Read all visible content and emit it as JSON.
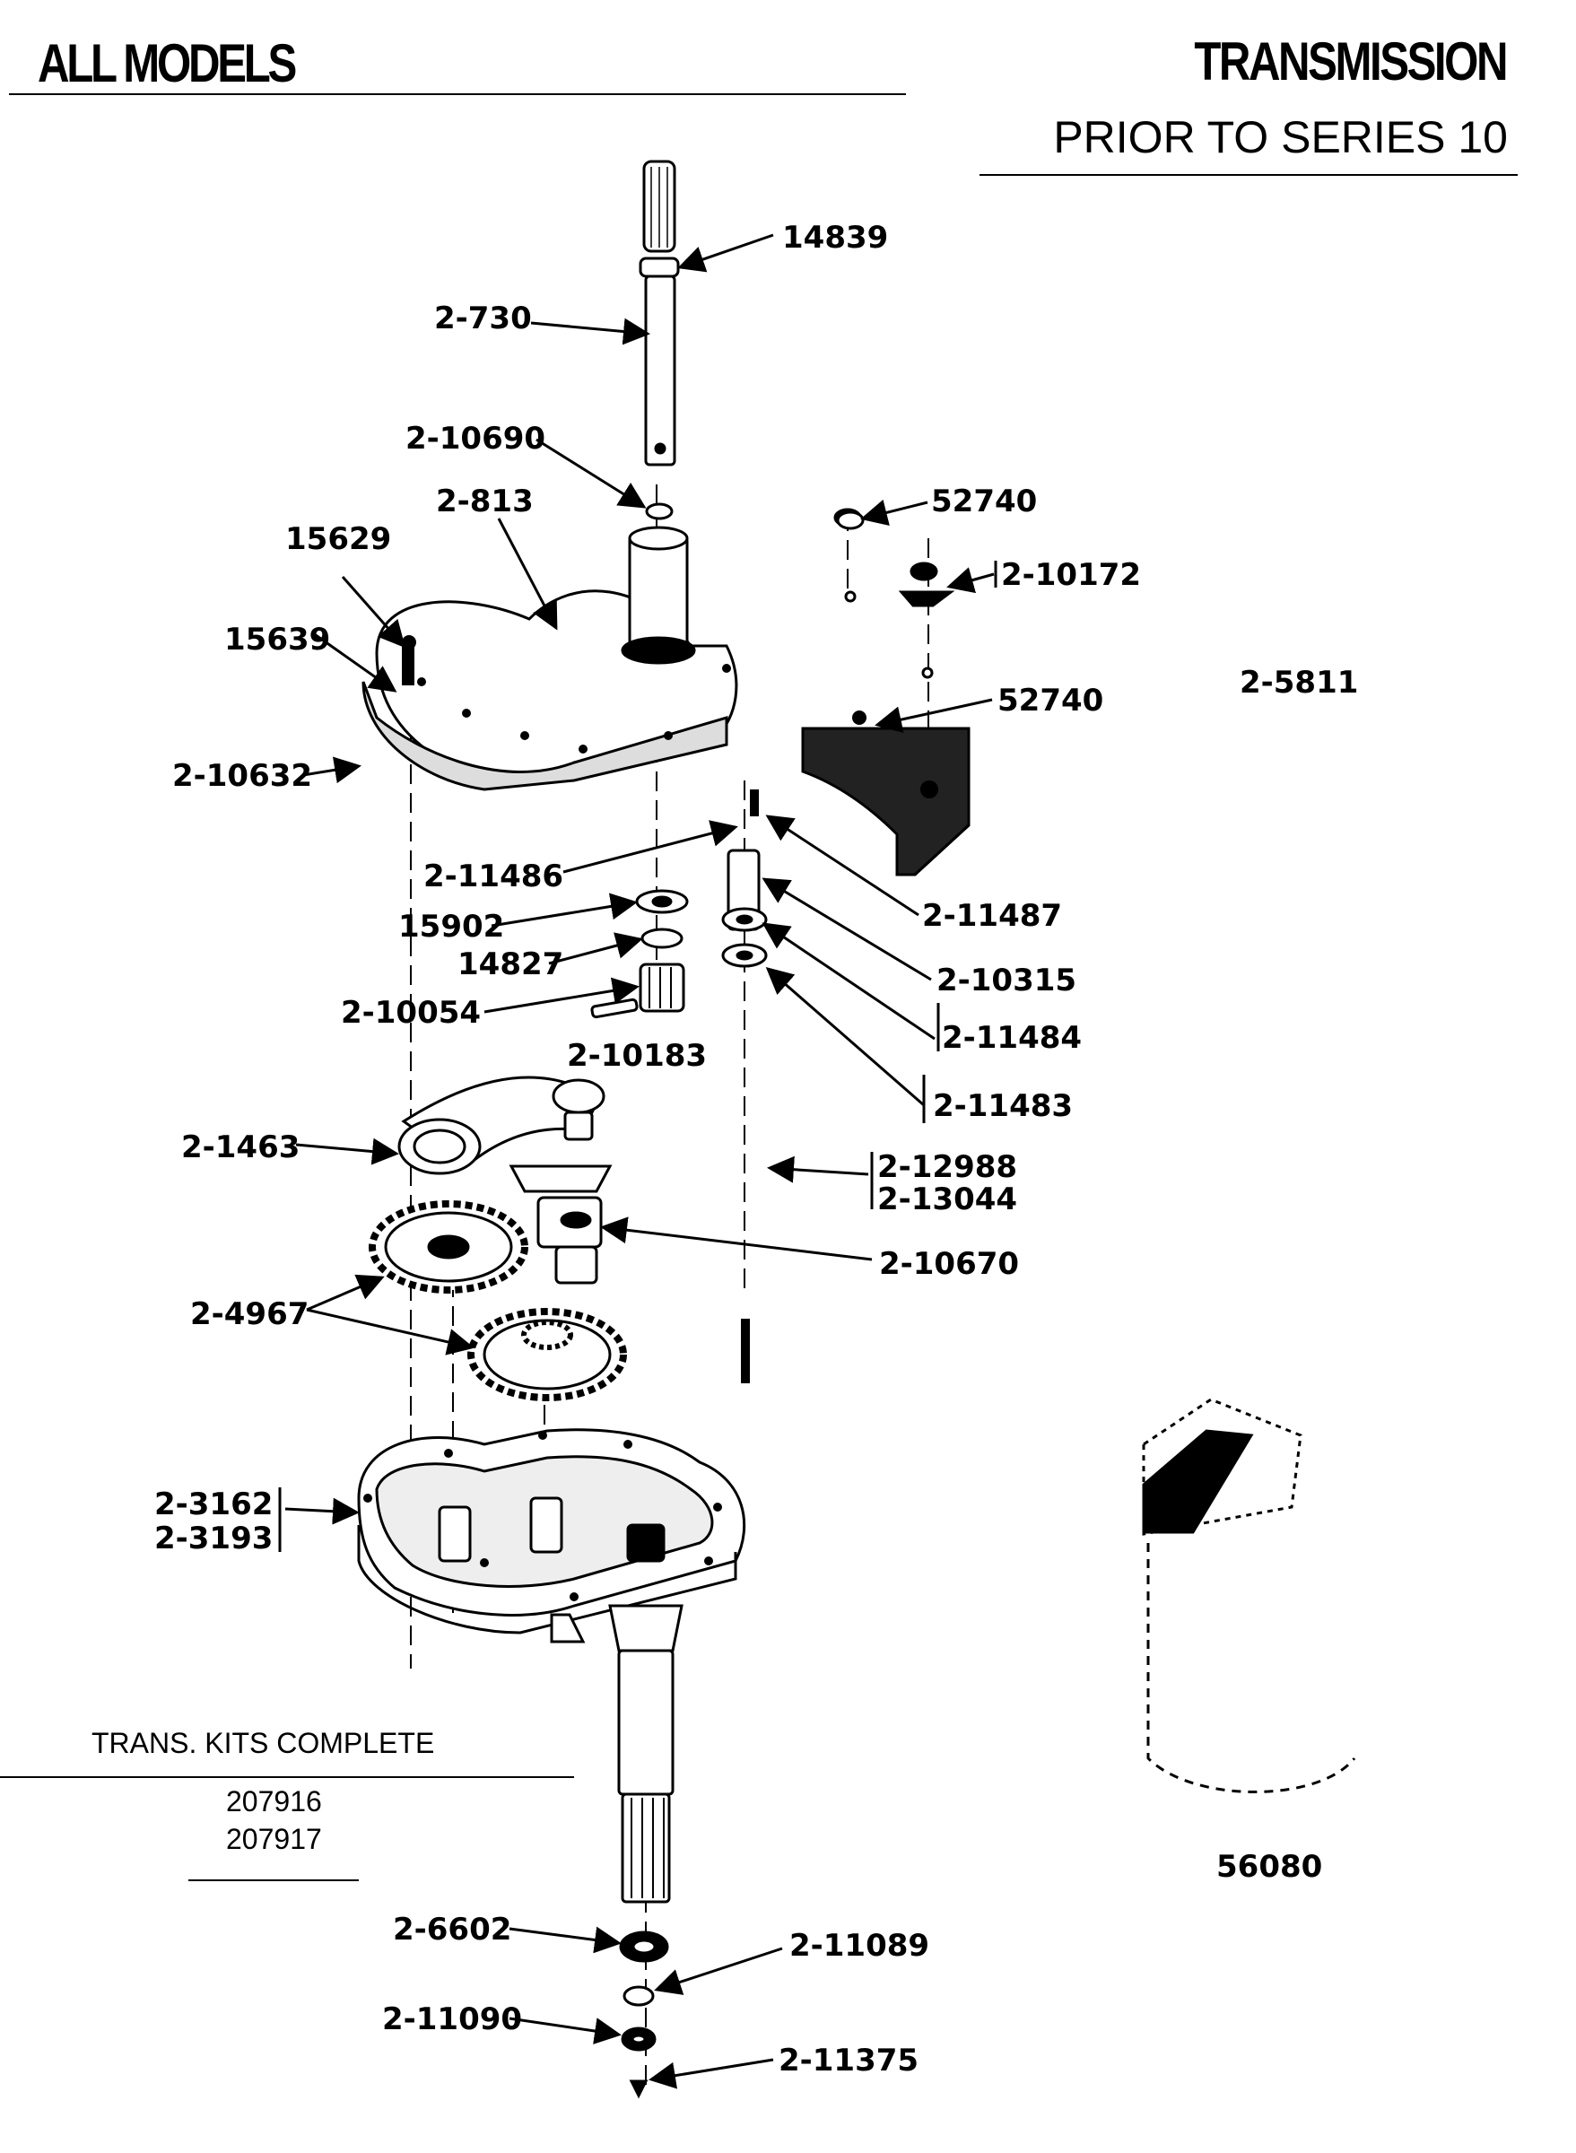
{
  "header": {
    "left_title": "ALL MODELS",
    "right_title": "TRANSMISSION",
    "subtitle": "PRIOR TO SERIES 10"
  },
  "kits": {
    "heading": "TRANS. KITS COMPLETE",
    "numbers": [
      "207916",
      "207917"
    ]
  },
  "parts": [
    "14839",
    "2-730",
    "2-10690",
    "2-813",
    "15629",
    "15639",
    "52740",
    "2-10172",
    "2-5811",
    "52740",
    "2-10632",
    "2-11486",
    "15902",
    "14827",
    "2-10054",
    "2-10183",
    "2-11487",
    "2-10315",
    "2-11484",
    "2-11483",
    "2-1463",
    "2-12988",
    "2-13044",
    "2-10670",
    "2-4967",
    "2-3162",
    "2-3193",
    "56080",
    "2-6602",
    "2-11089",
    "2-11090",
    "2-11375"
  ]
}
